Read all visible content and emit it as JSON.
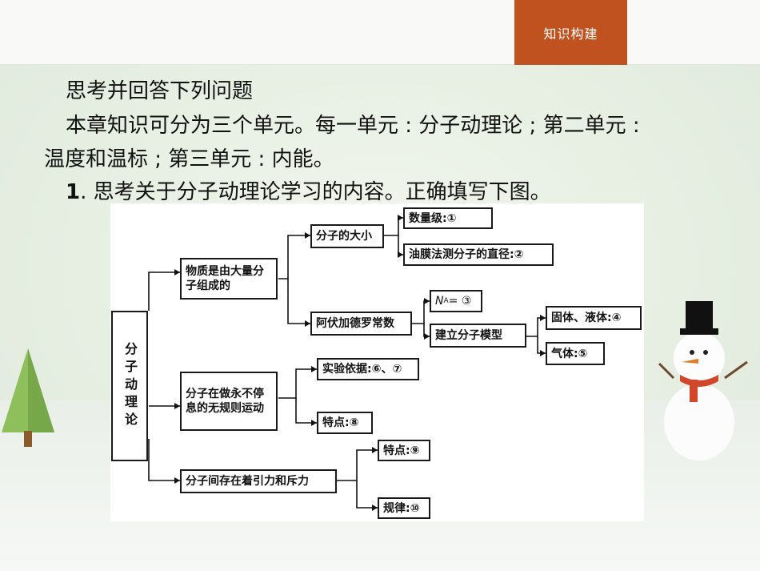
{
  "header": {
    "tab_label": "知识构建"
  },
  "content": {
    "line1": "思考并回答下列问题",
    "line2": "本章知识可分为三个单元。每一单元 : 分子动理论 ; 第二单元 :",
    "line3": "温度和温标 ; 第三单元 : 内能。",
    "line4_num": "1",
    "line4_text": ". 思考关于分子动理论学习的内容。正确填写下图。"
  },
  "diagram": {
    "root": "分子动理论",
    "b1": "物质是由大量分子组成的",
    "b2": "分子在做永不停息的无规则运动",
    "b3": "分子间存在着引力和斥力",
    "size": "分子的大小",
    "magnitude": "数量级:①",
    "oilfilm": "油膜法测分子的直径:②",
    "avogadro": "阿伏加德罗常数",
    "na_sym": "N",
    "na_sub": "A",
    "na_rest": "= ③",
    "model": "建立分子模型",
    "solid": "固体、液体:④",
    "gas": "气体:⑤",
    "evidence": "实验依据:⑥、⑦",
    "feature8": "特点:⑧",
    "feature9": "特点:⑨",
    "law10": "规律:⑩"
  }
}
